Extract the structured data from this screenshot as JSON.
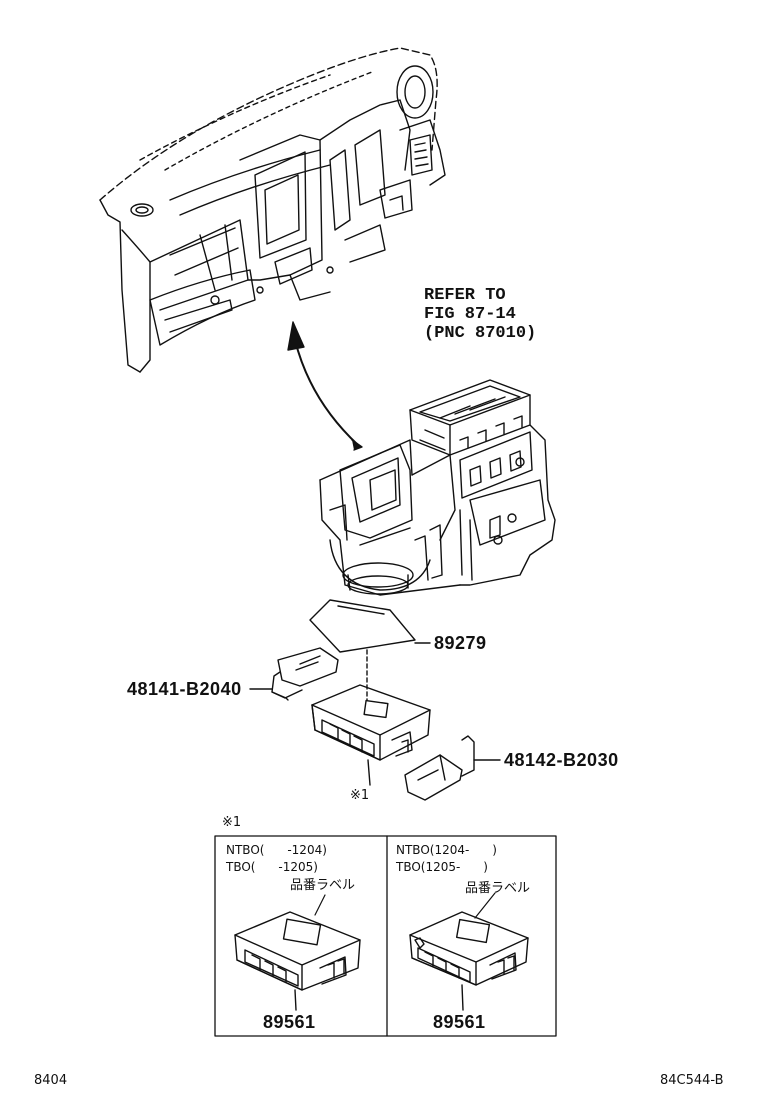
{
  "refer_note": {
    "line1": "REFER TO",
    "line2": "FIG 87-14",
    "line3": "(PNC 87010)"
  },
  "callouts": {
    "sheet": "89279",
    "bracket_left": "48141-B2040",
    "bracket_right": "48142-B2030",
    "module_mark": "※1"
  },
  "detail": {
    "mark": "※1",
    "left": {
      "line1": "NTBO(      -1204)",
      "line2": "TBO(      -1205)",
      "label_tag": "品番ラベル",
      "part_no": "89561"
    },
    "right": {
      "line1": "NTBO(1204-      )",
      "line2": "TBO(1205-      )",
      "label_tag": "品番ラベル",
      "part_no": "89561"
    }
  },
  "footer": {
    "left_code": "8404",
    "right_code": "84C544-B"
  }
}
